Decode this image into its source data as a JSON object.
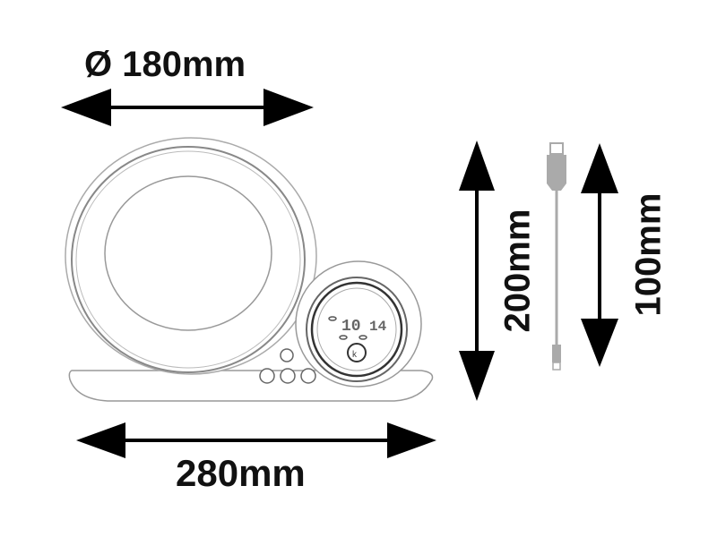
{
  "diagram": {
    "type": "product dimension drawing",
    "subject": "desk lamp with ring light and round clock display",
    "dimensions": {
      "ring_diameter": {
        "label": "Ø 180mm",
        "symbol": "Ø",
        "value": 180,
        "unit": "mm",
        "orientation": "horizontal"
      },
      "base_width": {
        "label": "280mm",
        "value": 280,
        "unit": "mm",
        "orientation": "horizontal"
      },
      "total_height": {
        "label": "200mm",
        "value": 200,
        "unit": "mm",
        "orientation": "vertical"
      },
      "cable_length": {
        "label": "100mm",
        "value": 100,
        "unit": "mm",
        "orientation": "vertical"
      }
    },
    "components": [
      {
        "name": "ring-light",
        "description": "large circular ring lamp"
      },
      {
        "name": "clock-display",
        "description": "small round digital display"
      },
      {
        "name": "control-buttons",
        "count": 4
      },
      {
        "name": "base",
        "description": "flat oval base"
      },
      {
        "name": "usb-cable",
        "color": "#aaaaaa"
      }
    ],
    "colors": {
      "arrows": "#000000",
      "outline": "#888888",
      "cable": "#aaaaaa"
    }
  }
}
